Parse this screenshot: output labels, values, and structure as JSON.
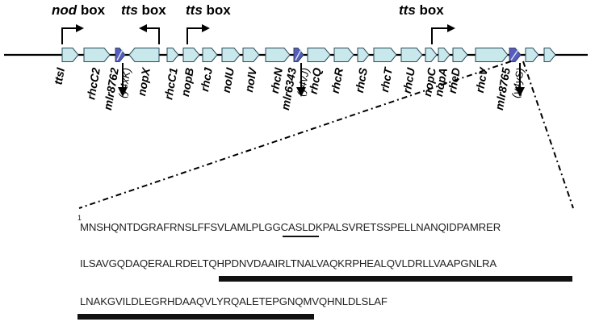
{
  "promoter_boxes": [
    {
      "name": "nod",
      "suffix": " box"
    },
    {
      "name": "tts",
      "suffix": " box"
    },
    {
      "name": "tts",
      "suffix": " box"
    },
    {
      "name": "tts",
      "suffix": " box"
    }
  ],
  "genes": [
    "ttsI",
    "rhcC2",
    "mlr8762",
    "nopX",
    "rhcC1",
    "nopB",
    "rhcJ",
    "noIU",
    "noIV",
    "rhcN",
    "mlr6343",
    "rhcQ",
    "rhcR",
    "rhcS",
    "rhcT",
    "rhcU",
    "nopC",
    "nopA",
    "rheD",
    "rhcV",
    "mlr8765"
  ],
  "aux_labels": [
    "(y4xK)",
    "(y4vJ)",
    "(y4yS)"
  ],
  "sequence": {
    "start_position": "1",
    "lines": [
      "MNSHQNTDGRAFRNSLFFSVLAMLPLGGCASLDKPALSVRETSSPELLNANQIDPAMRER",
      "ILSAVGQDAQERALRDELTQHPDNVDAAIRLTNALVAQKRPHEALQVLDRLLVAAPGNLRA",
      "LNAKGVILDLEGRHDAAQVLYRQALETEPGNQMVQHNLDLSLAF"
    ]
  },
  "colors": {
    "gene_fill": "#c8e8ec",
    "gene_stroke": "#2a4a5a",
    "mlr_fill": "#5a5ac0",
    "line": "#000000"
  }
}
